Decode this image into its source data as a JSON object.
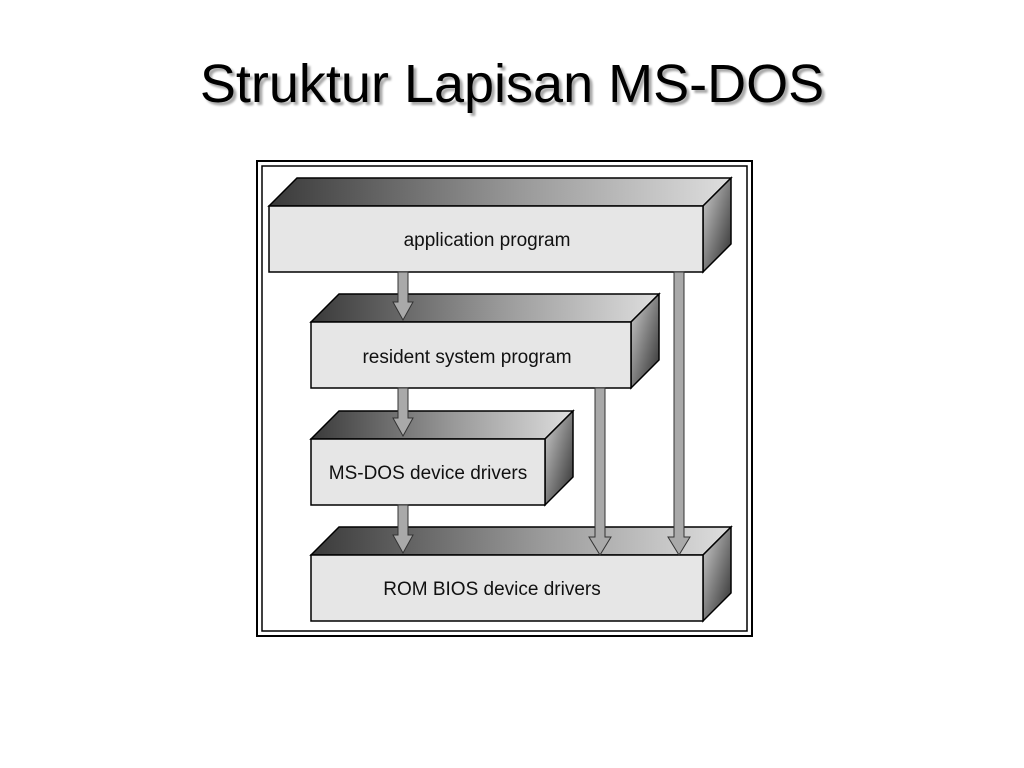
{
  "title": "Struktur Lapisan MS-DOS",
  "layers": [
    {
      "label": "application program"
    },
    {
      "label": "resident system program"
    },
    {
      "label": "MS-DOS device drivers"
    },
    {
      "label": "ROM BIOS device drivers"
    }
  ],
  "colors": {
    "face": "#e6e6e6",
    "gradient_dark": "#3a3a3a",
    "gradient_light": "#dcdcdc",
    "side_dark": "#2c2c2c",
    "side_light": "#cfcfcf",
    "arrow_fill": "#a9a9a9"
  }
}
